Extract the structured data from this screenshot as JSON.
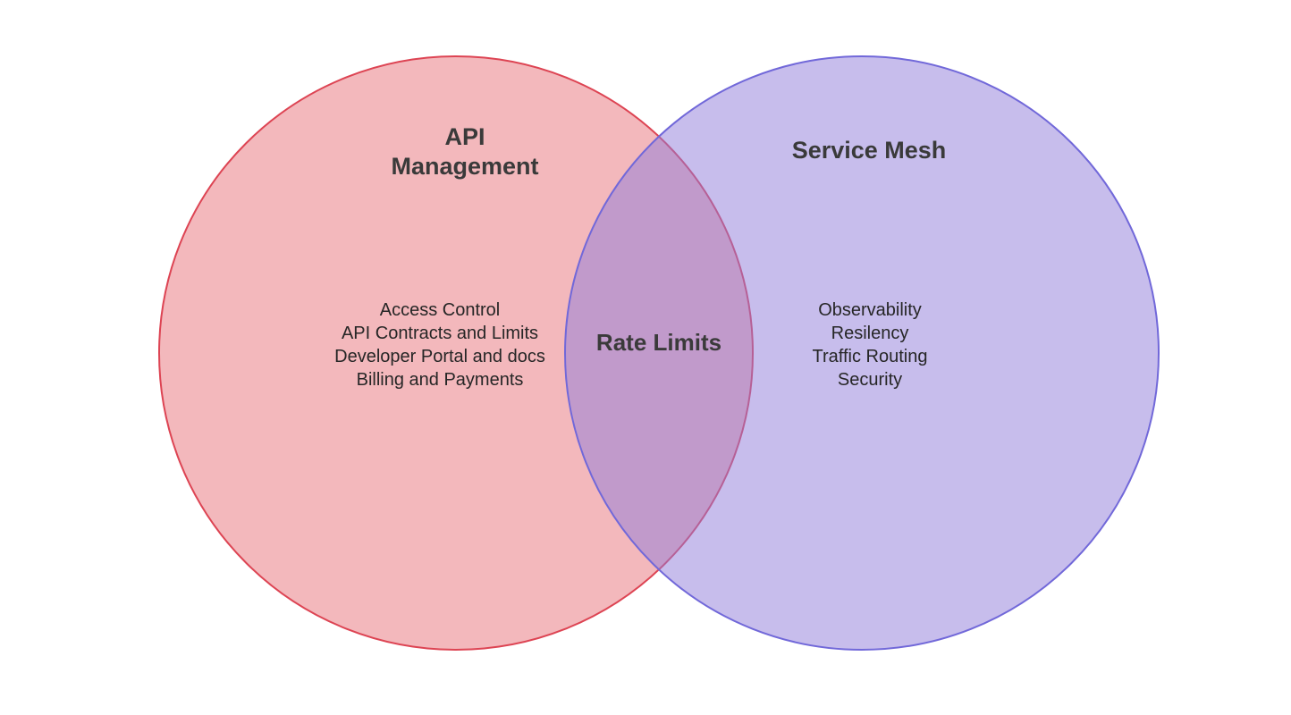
{
  "diagram_type": "venn",
  "colors": {
    "background": "#ffffff",
    "left_fill": "rgba(231,113,121,0.5)",
    "left_stroke": "#dd4453",
    "right_fill": "rgba(143,124,218,0.5)",
    "right_stroke": "#7168d9",
    "overlap_fill": "#c19acb",
    "title_text": "#3a3a3a",
    "body_text": "#262626"
  },
  "venn": {
    "left": {
      "title": "API\nManagement",
      "items": [
        "Access Control",
        "API Contracts and Limits",
        "Developer Portal and docs",
        "Billing and Payments"
      ]
    },
    "right": {
      "title": "Service Mesh",
      "items": [
        "Observability",
        "Resilency",
        "Traffic Routing",
        "Security"
      ]
    },
    "intersection": {
      "label": "Rate Limits"
    }
  }
}
